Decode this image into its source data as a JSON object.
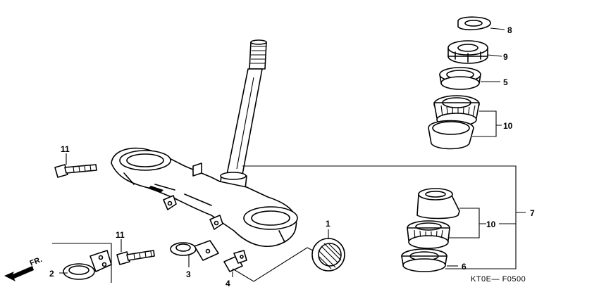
{
  "diagram": {
    "code": "KT0E— F0500",
    "direction_label": "FR.",
    "callouts": {
      "c1": "1",
      "c2": "2",
      "c3": "3",
      "c4": "4",
      "c5": "5",
      "c6": "6",
      "c7": "7",
      "c8": "8",
      "c9": "9",
      "c10_top": "10",
      "c10_bottom": "10",
      "c11_top": "11",
      "c11_bottom": "11"
    }
  }
}
